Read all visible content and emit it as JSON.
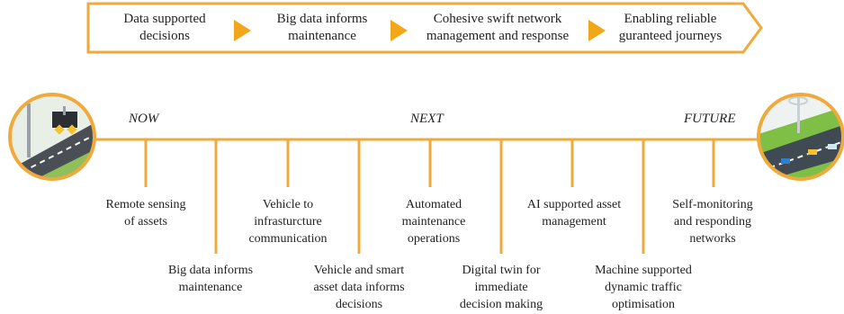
{
  "colors": {
    "orange": "#f0a93c",
    "arrow": "#f2a71b",
    "text": "#222222"
  },
  "banner": {
    "stages": [
      "Data supported\ndecisions",
      "Big data informs\nmaintenance",
      "Cohesive swift network\nmanagement and response",
      "Enabling reliable\nguranteed journeys"
    ]
  },
  "timeline": {
    "phases": [
      "NOW",
      "NEXT",
      "FUTURE"
    ],
    "milestones_top": [
      "Remote sensing\nof assets",
      "Vehicle to\ninfrasturcture\ncommunication",
      "Automated\nmaintenance\noperations",
      "AI supported asset\nmanagement",
      "Self-monitoring\nand responding\nnetworks"
    ],
    "milestones_bottom": [
      "Big data informs\nmaintenance",
      "Vehicle and smart\nasset data informs\ndecisions",
      "Digital twin for\nimmediate\ndecision making",
      "Machine supported\ndynamic traffic\noptimisation"
    ],
    "icons": [
      "road-signs-now-icon",
      "smart-road-future-icon"
    ]
  }
}
